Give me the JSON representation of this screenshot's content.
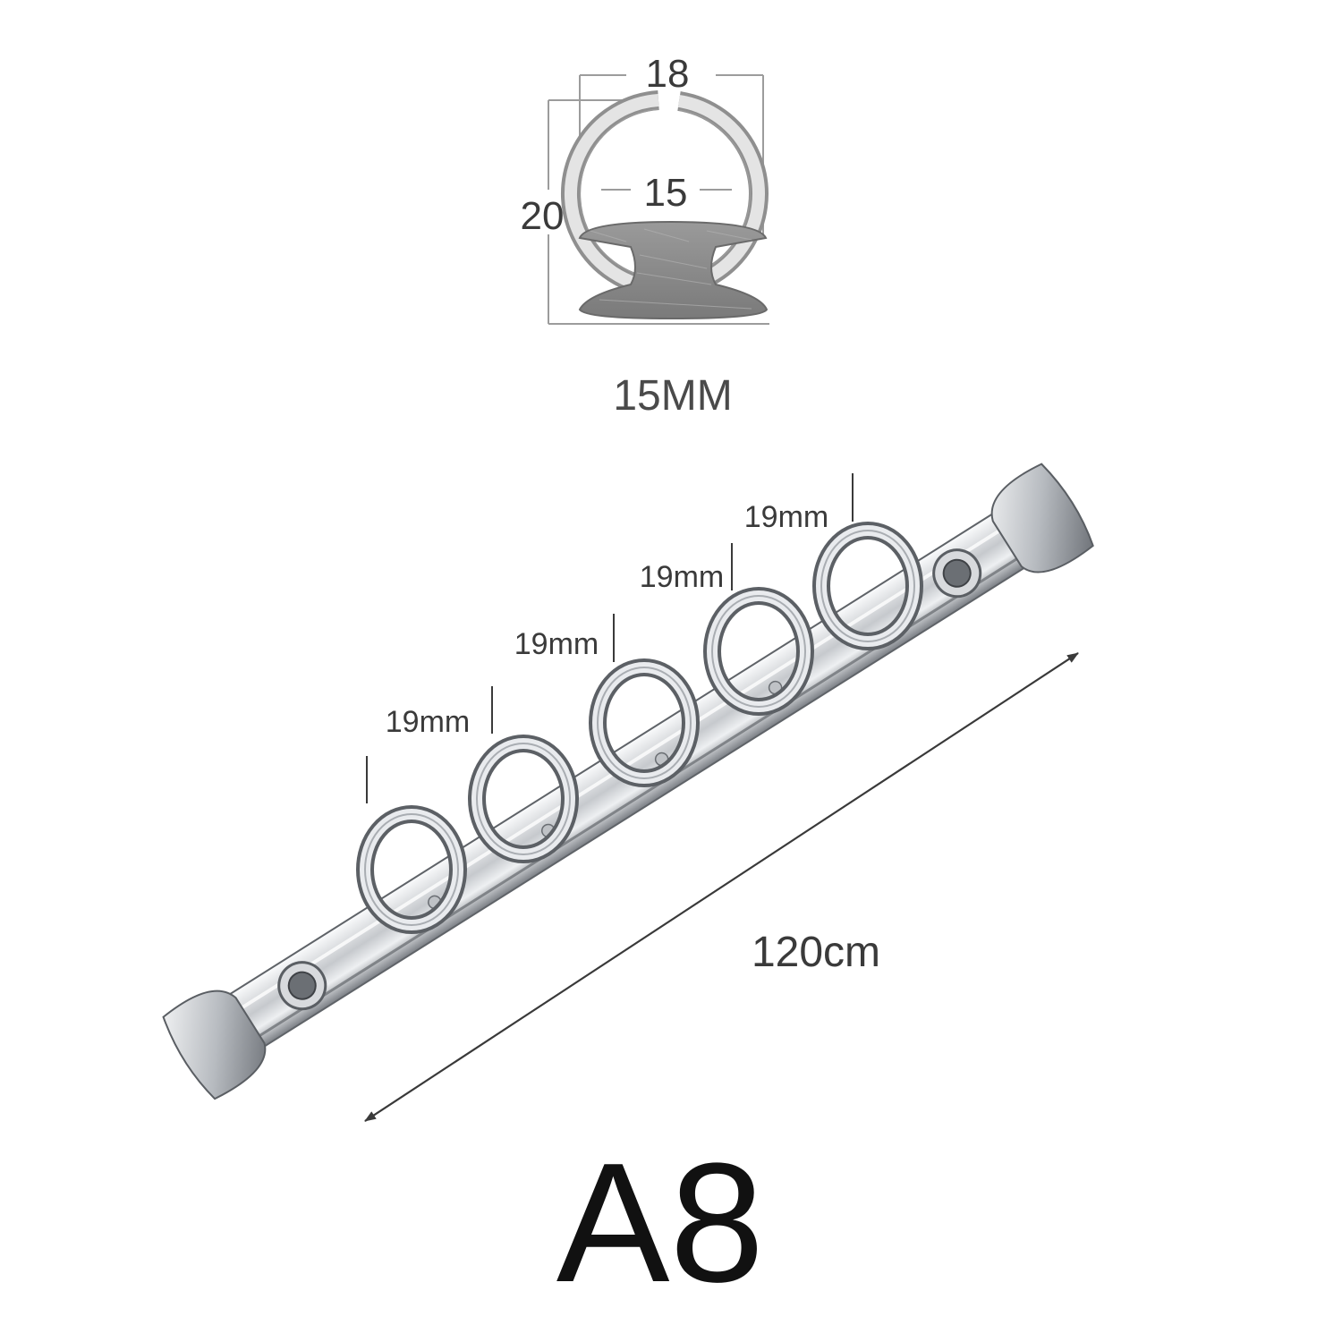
{
  "cross_section": {
    "outer_width": "18",
    "inner_diameter": "15",
    "height": "20",
    "ring_size": "15MM"
  },
  "mechanism": {
    "ring_spacing_labels": [
      "19mm",
      "19mm",
      "19mm",
      "19mm"
    ],
    "ring_count": 5,
    "length": "120cm"
  },
  "size": "A8",
  "colors": {
    "ink": "#3a3a3a",
    "dimension_line": "#999999",
    "metal_light": "#f2f3f4",
    "metal_mid": "#c9cbcf",
    "metal_dark": "#6f7378",
    "base_fill": "#8a8a8a"
  }
}
